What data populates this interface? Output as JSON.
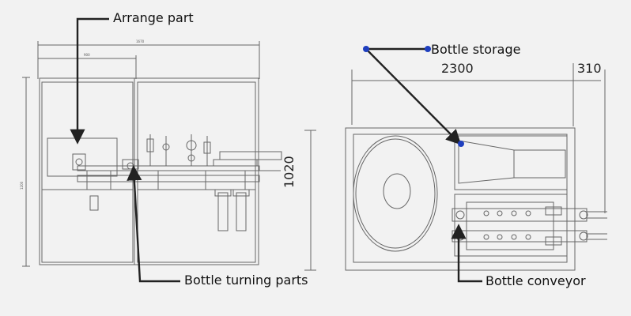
{
  "labels": {
    "arrange_part": "Arrange part",
    "bottle_turning_parts": "Bottle turning parts",
    "bottle_storage": "Bottle storage",
    "bottle_conveyor": "Bottle conveyor"
  },
  "dimensions": {
    "top_width": "2300",
    "top_right": "310",
    "top_height": "1020",
    "front_overall": "1670",
    "front_partial": "900",
    "front_height": "1200"
  },
  "colors": {
    "background": "#f2f2f2",
    "line": "#555555",
    "callout": "#222222",
    "marker": "#1f3fbf"
  }
}
